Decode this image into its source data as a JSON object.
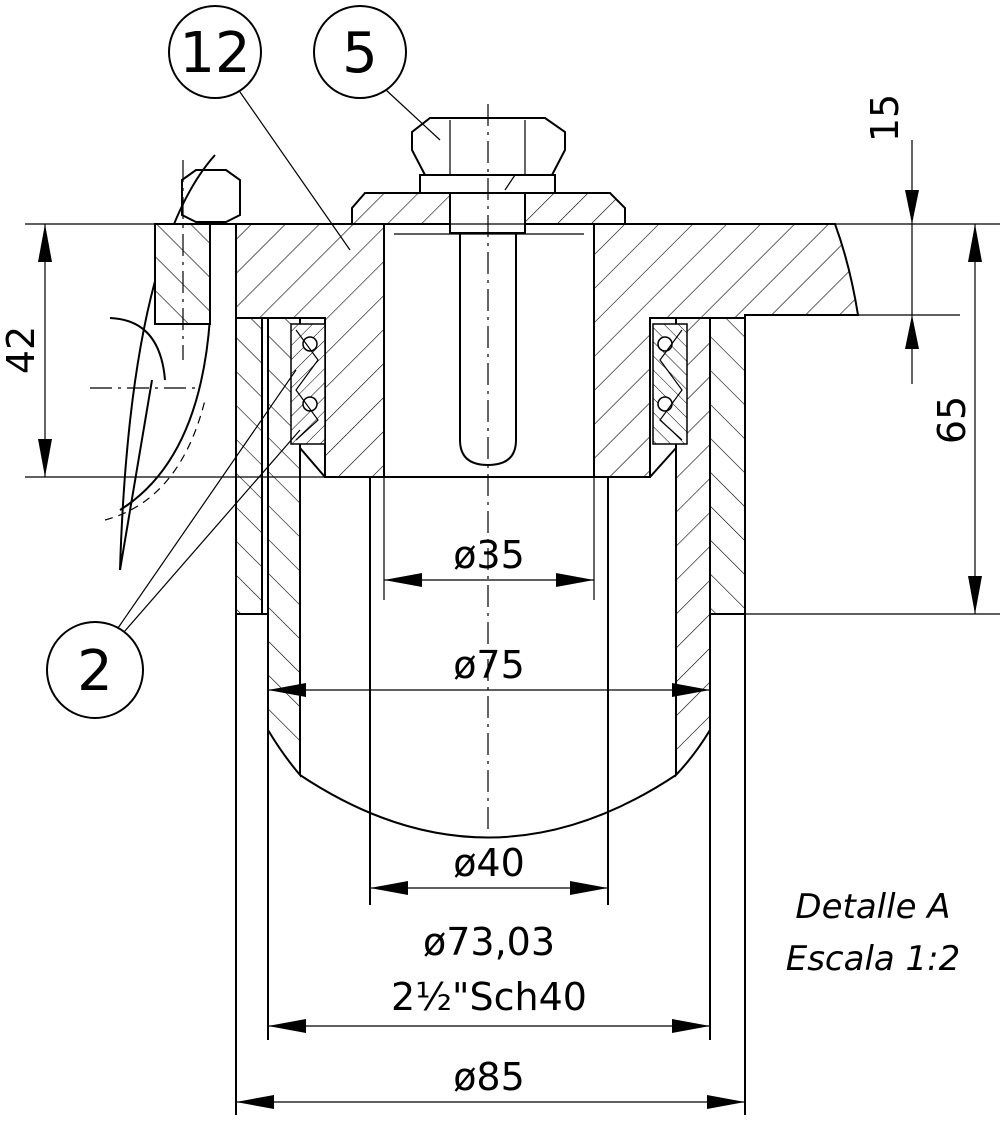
{
  "balloons": {
    "b12": "12",
    "b5": "5",
    "b2": "2"
  },
  "dimensions": {
    "d15": "15",
    "d42": "42",
    "d65": "65",
    "dia35": "ø35",
    "dia75": "ø75",
    "dia40": "ø40",
    "dia73": "ø73,03",
    "pipe": "2½\"Sch40",
    "dia85": "ø85"
  },
  "note": {
    "line1": "Detalle A",
    "line2": "Escala 1:2"
  }
}
